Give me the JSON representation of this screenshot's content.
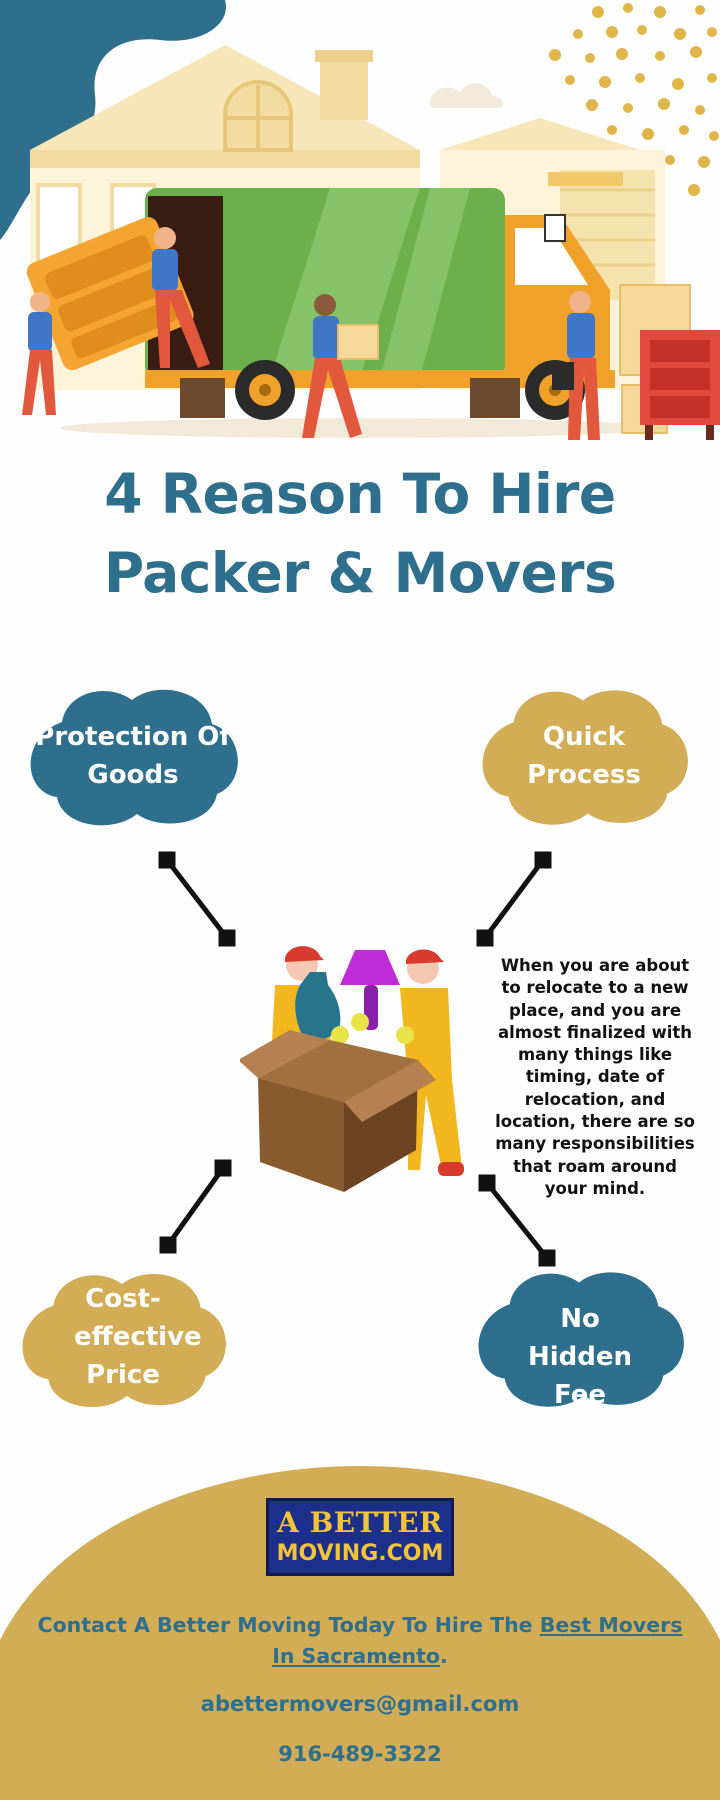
{
  "title": "4 Reason To Hire Packer & Movers",
  "reasons": [
    {
      "label": "Protection Of Goods",
      "color": "#2e6f8e"
    },
    {
      "label": "Quick Process",
      "color": "#d2ad55"
    },
    {
      "label": "Cost-effective Price",
      "color": "#d2ad55"
    },
    {
      "label": "No Hidden Fee",
      "color": "#2e6f8e"
    }
  ],
  "description": "When you are about to relocate to a new place, and you are almost finalized with many things like timing, date of relocation, and location, there are so many responsibilities that roam around your mind.",
  "logo": {
    "line1": "A BETTER",
    "line2": "MOVING.COM"
  },
  "contact": {
    "prefix": "Contact A Better Moving Today To Hire The ",
    "link_text": "Best Movers In Sacramento",
    "suffix": ".",
    "email": "abettermovers@gmail.com",
    "phone": "916-489-3322"
  },
  "colors": {
    "teal": "#2e6f8e",
    "gold": "#d2ad55",
    "truck_green": "#6bb04a",
    "truck_orange": "#f0a12a"
  },
  "illustrations": [
    "house-illustration",
    "moving-truck-illustration",
    "movers-with-box-illustration"
  ]
}
